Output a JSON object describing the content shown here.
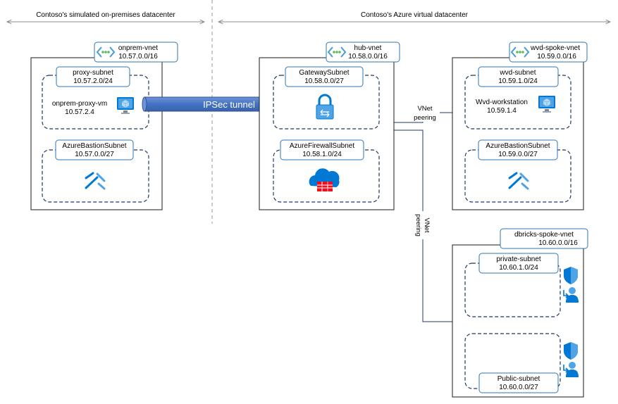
{
  "regions": {
    "onprem_label": "Contoso's simulated on-premises datacenter",
    "azure_label": "Contoso's Azure virtual datacenter"
  },
  "onprem_vnet": {
    "name": "onprem-vnet",
    "cidr": "10.57.0.0/16",
    "proxy_subnet": {
      "name": "proxy-subnet",
      "cidr": "10.57.2.0/24"
    },
    "vm": {
      "name": "onprem-proxy-vm",
      "ip": "10.57.2.4"
    },
    "bastion_subnet": {
      "name": "AzureBastionSubnet",
      "cidr": "10.57.0.0/27"
    }
  },
  "hub_vnet": {
    "name": "hub-vnet",
    "cidr": "10.58.0.0/16",
    "gateway_subnet": {
      "name": "GatewaySubnet",
      "cidr": "10.58.0.0/27"
    },
    "firewall_subnet": {
      "name": "AzureFirewallSubnet",
      "cidr": "10.58.1.0/24"
    }
  },
  "wvd_vnet": {
    "name": "wvd-spoke-vnet",
    "cidr": "10.59.0.0/16",
    "wvd_subnet": {
      "name": "wvd-subnet",
      "cidr": "10.59.1.0/24"
    },
    "workstation": {
      "name": "Wvd-workstation",
      "ip": "10.59.1.4"
    },
    "bastion_subnet": {
      "name": "AzureBastionSubnet",
      "cidr": "10.59.0.0/27"
    }
  },
  "dbricks_vnet": {
    "name": "dbricks-spoke-vnet",
    "cidr": "10.60.0.0/16",
    "private_subnet": {
      "name": "private-subnet",
      "cidr": "10.60.1.0/24"
    },
    "public_subnet": {
      "name": "Public-subnet",
      "cidr": "10.60.0.0/27"
    }
  },
  "connections": {
    "tunnel": "IPSec tunnel",
    "peering_wvd_1": "VNet",
    "peering_wvd_2": "peering",
    "peering_db_1": "VNet",
    "peering_db_2": "peering"
  },
  "colors": {
    "vnet_border": "#1a1a1a",
    "subnet_border": "#1f3864",
    "label_border": "#2e75b6",
    "tunnel_fill": "#4472c4",
    "azure_blue": "#0078d4",
    "firewall_red": "#e81123",
    "divider": "#999999"
  }
}
